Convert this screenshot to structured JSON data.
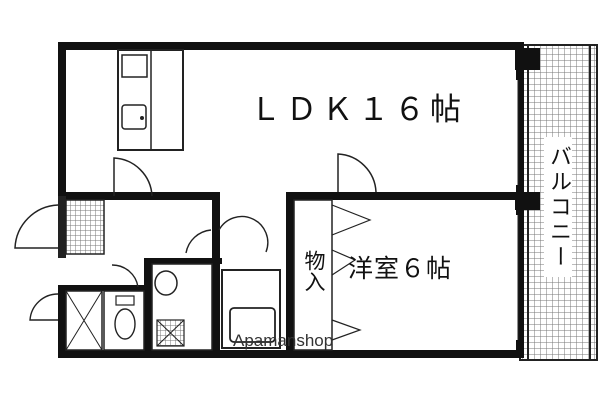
{
  "rooms": {
    "ldk": "ＬＤＫ１６帖",
    "western_room": "洋室６帖",
    "storage": "物入",
    "balcony": "バルコニー"
  },
  "watermark": "Apamanshop",
  "colors": {
    "wall": "#111111",
    "tile": "#7a7a7a",
    "background": "#ffffff"
  }
}
